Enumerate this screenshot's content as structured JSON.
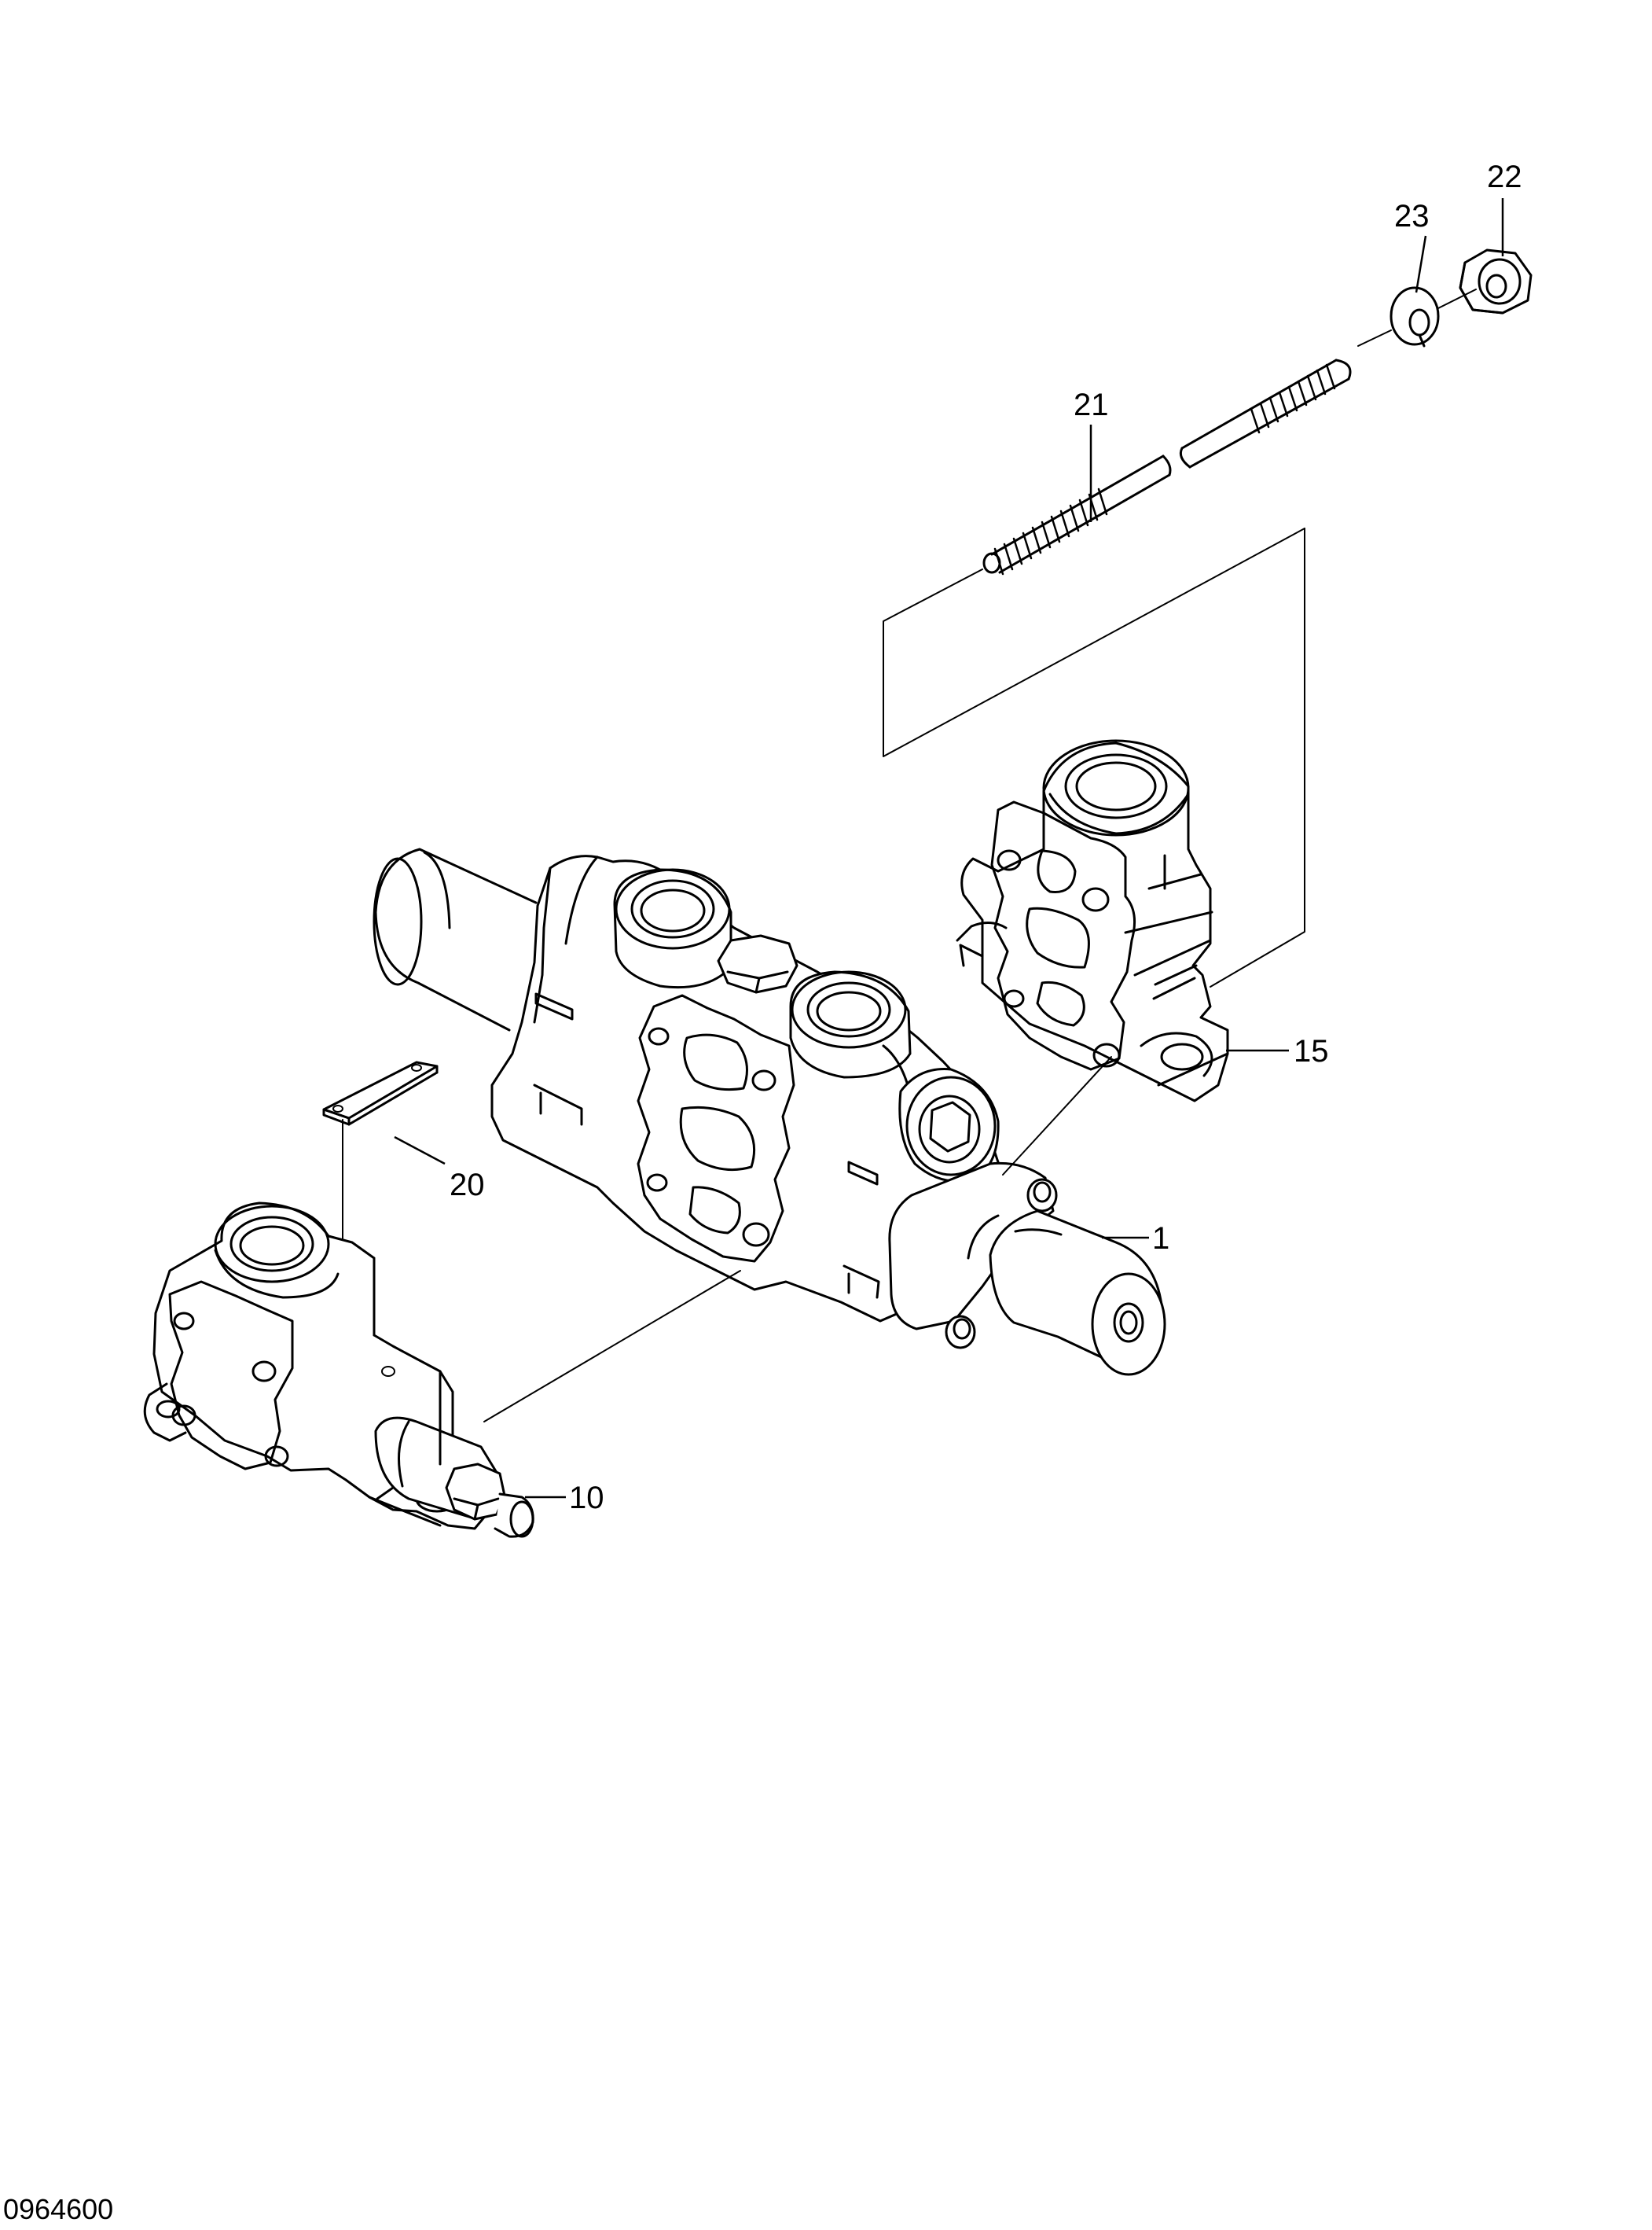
{
  "diagram": {
    "drawing_number": "0964600",
    "callouts": [
      {
        "id": "c22",
        "label": "22",
        "part": "hex nut"
      },
      {
        "id": "c23",
        "label": "23",
        "part": "spring washer"
      },
      {
        "id": "c21",
        "label": "21",
        "part": "tie rod"
      },
      {
        "id": "c15",
        "label": "15",
        "part": "end section"
      },
      {
        "id": "c20",
        "label": "20",
        "part": "name plate"
      },
      {
        "id": "c1",
        "label": "1",
        "part": "valve section"
      },
      {
        "id": "c10",
        "label": "10",
        "part": "inlet section"
      }
    ],
    "colors": {
      "line": "#000000",
      "background": "#ffffff"
    }
  }
}
